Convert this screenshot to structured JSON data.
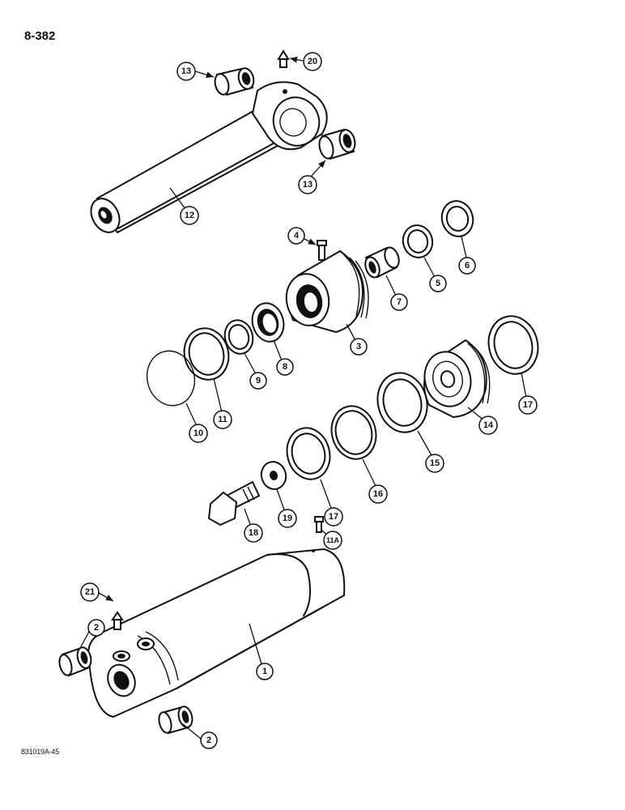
{
  "page_number": "8-382",
  "figure_code": "831019A-45",
  "callouts": [
    {
      "label": "20"
    },
    {
      "label": "13"
    },
    {
      "label": "13"
    },
    {
      "label": "12"
    },
    {
      "label": "4"
    },
    {
      "label": "6"
    },
    {
      "label": "5"
    },
    {
      "label": "7"
    },
    {
      "label": "3"
    },
    {
      "label": "8"
    },
    {
      "label": "9"
    },
    {
      "label": "11"
    },
    {
      "label": "10"
    },
    {
      "label": "17"
    },
    {
      "label": "14"
    },
    {
      "label": "15"
    },
    {
      "label": "16"
    },
    {
      "label": "17"
    },
    {
      "label": "19"
    },
    {
      "label": "18"
    },
    {
      "label": "11A"
    },
    {
      "label": "21"
    },
    {
      "label": "2"
    },
    {
      "label": "1"
    },
    {
      "label": "2"
    }
  ]
}
